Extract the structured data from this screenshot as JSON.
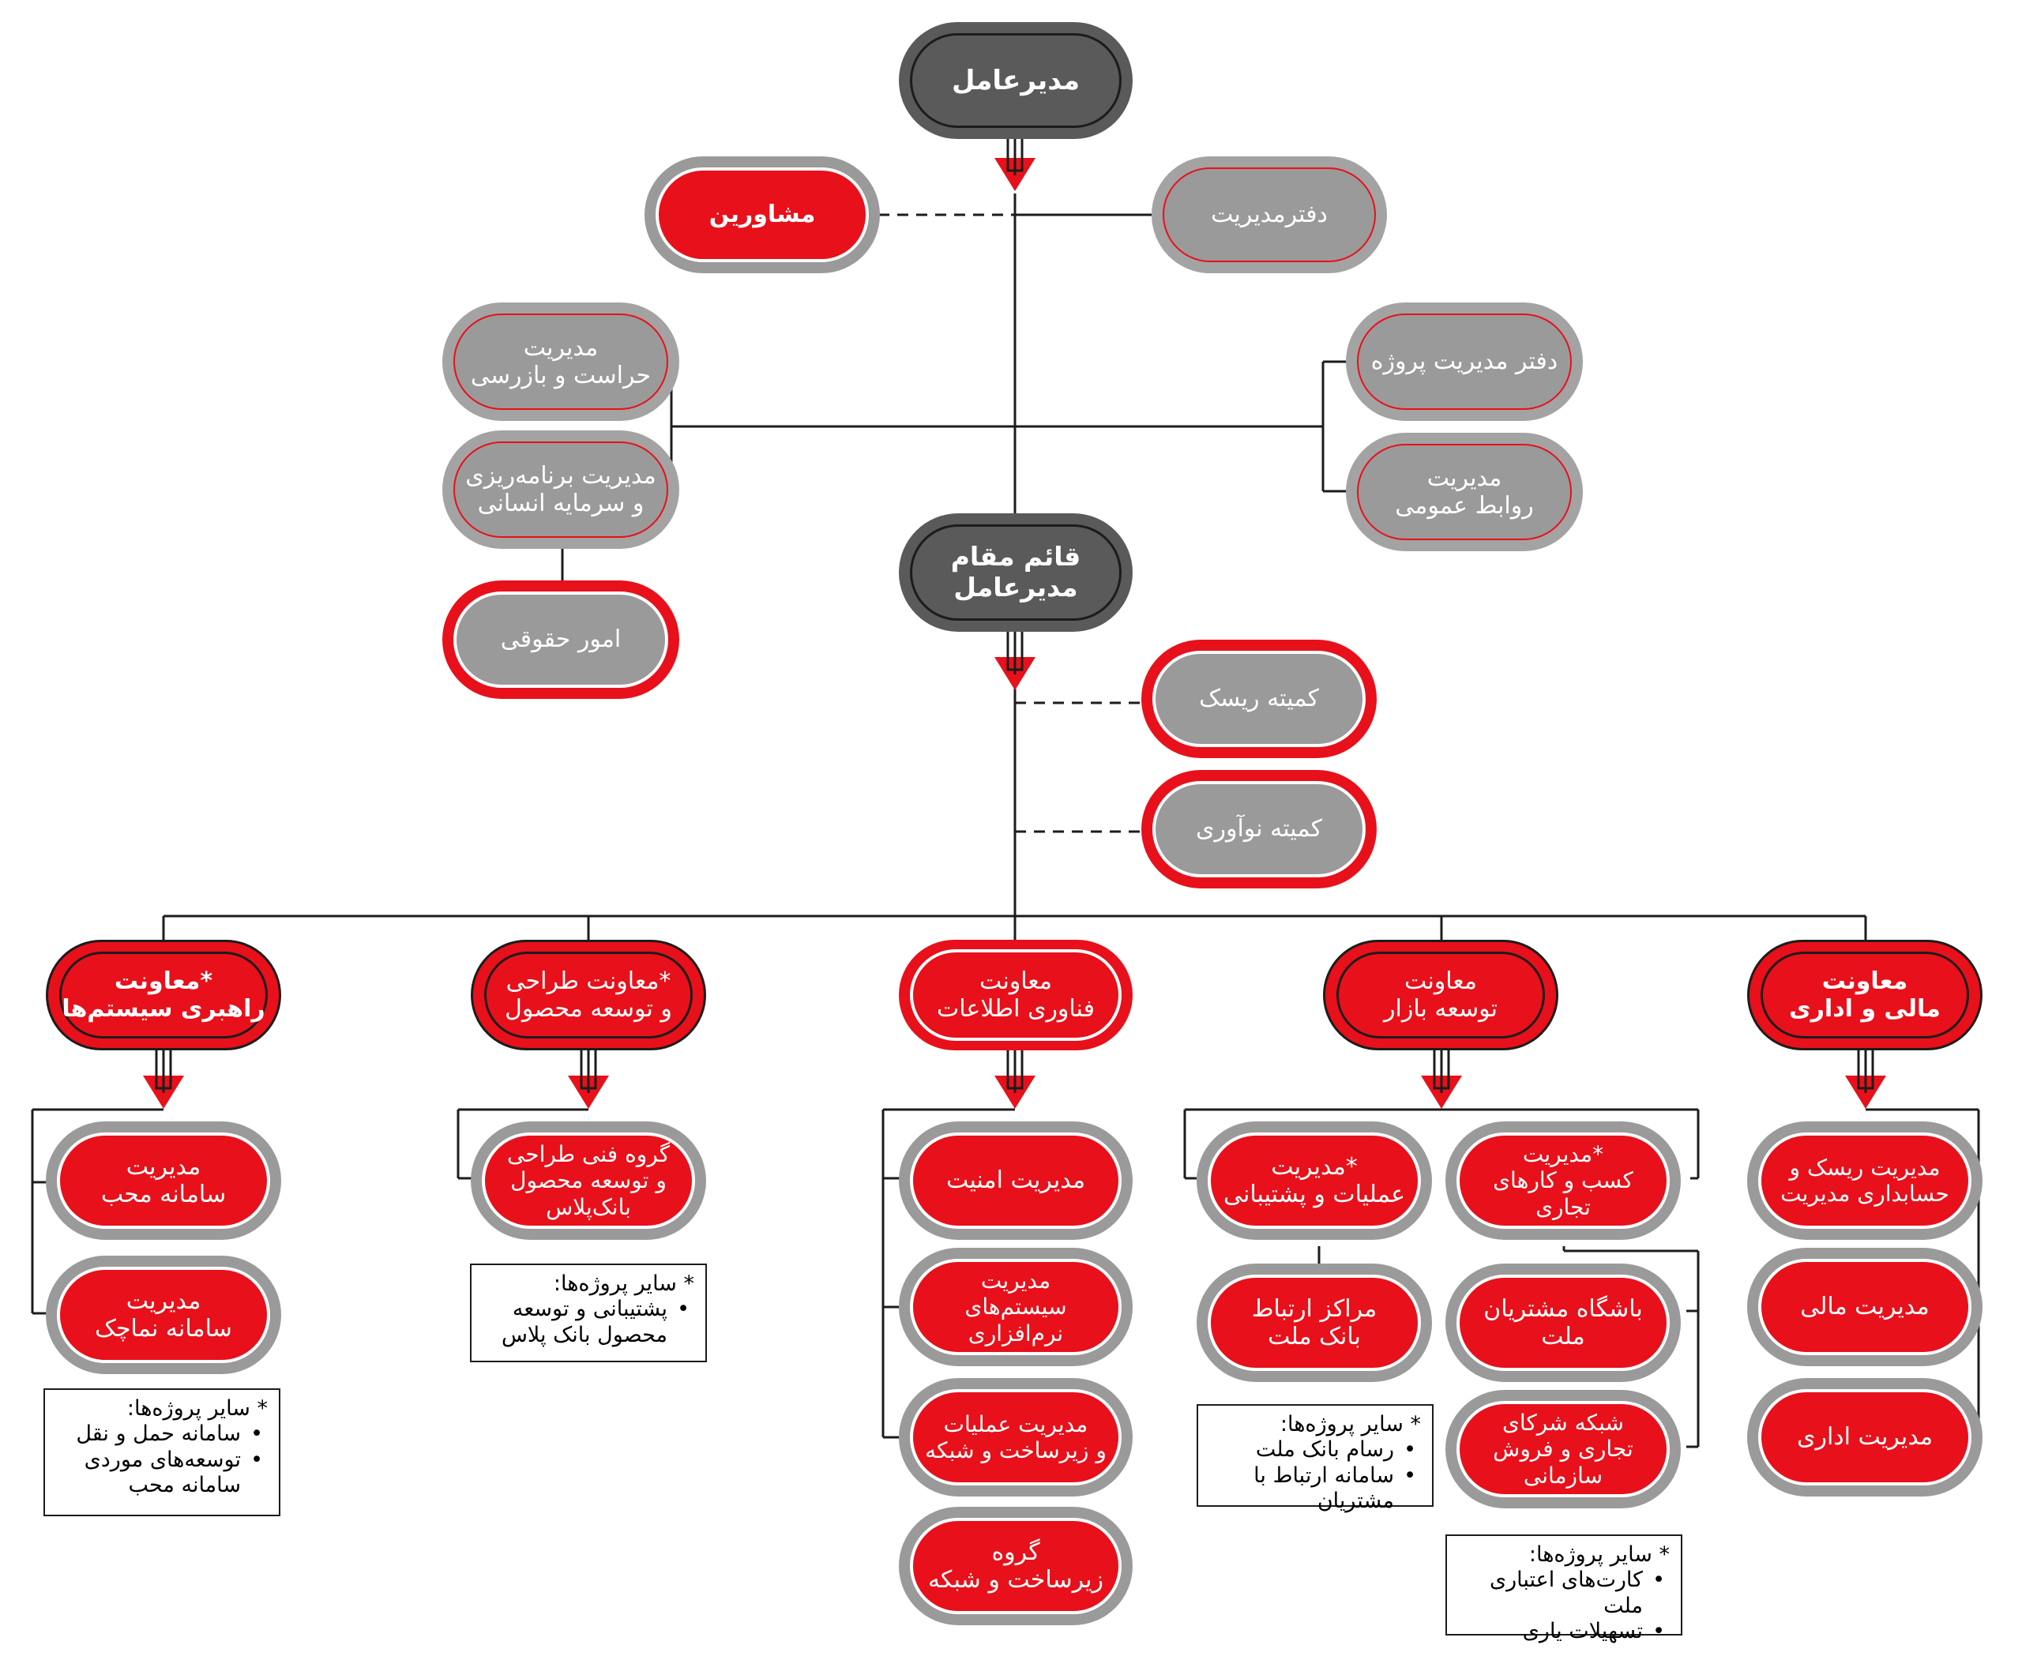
{
  "colors": {
    "red": "#e8101a",
    "dark_grey": "#5a5a5a",
    "grey": "#9a9a9a",
    "line": "#1c1c1c"
  },
  "nodes": {
    "ceo": "مدیرعامل",
    "management_office": "دفترمدیریت",
    "advisors": "مشاورین",
    "security_inspection": "مدیریت\nحراست و بازرسی",
    "planning_human_capital": "مدیریت برنامه‌ریزی\nو سرمایه انسانی",
    "legal_affairs": "امور حقوقی",
    "project_management_office": "دفتر مدیریت پروژه",
    "public_relations": "مدیریت\nروابط عمومی",
    "deputy_ceo": "قائم مقام\nمدیرعامل",
    "risk_committee": "کمیته ریسک",
    "innovation_committee": "کمیته نوآوری",
    "vp_systems_leadership": "*معاونت\nراهبری سیستم‌ها",
    "vp_product_design": "*معاونت طراحی\nو توسعه محصول",
    "vp_it": "معاونت\nفناوری اطلاعات",
    "vp_market_development": "معاونت\nتوسعه بازار",
    "vp_finance_admin": "معاونت\nمالی و اداری",
    "mohebb_system": "مدیریت\nسامانه محب",
    "namachek_system": "مدیریت\nسامانه نماچک",
    "tech_group_bank_plus": "گروه فنی طراحی\nو توسعه محصول\nبانک‌پلاس",
    "security_management": "مدیریت امنیت",
    "software_systems": "مدیریت\nسیستم‌های\nنرم‌افزاری",
    "operations_infrastructure": "مدیریت عملیات\nو زیرساخت و شبکه",
    "infrastructure_network_group": "گروه\nزیرساخت و شبکه",
    "operations_support": "*مدیریت\nعملیات و پشتیبانی",
    "business": "*مدیریت\nکسب و کارهای\nتجاری",
    "mellat_contact_centers": "مراکز ارتباط\nبانک ملت",
    "mellat_customers_club": "باشگاه مشتریان\nملت",
    "trade_sales_network": "شبکه شرکای\nتجاری و فروش\nسازمانی",
    "risk_accounting": "مدیریت ریسک و\nحسابداری مدیریت",
    "financial_management": "مدیریت مالی",
    "administrative_management": "مدیریت اداری"
  },
  "notes": {
    "systems": {
      "title": "* سایر پروژه‌ها:",
      "items": [
        "سامانه حمل و نقل",
        "توسعه‌های موردی سامانه محب"
      ]
    },
    "product": {
      "title": "* سایر پروژه‌ها:",
      "items": [
        "پشتیبانی و توسعه محصول بانک پلاس"
      ]
    },
    "operations": {
      "title": "* سایر پروژه‌ها:",
      "items": [
        "رسام بانک ملت",
        "سامانه ارتباط با مشتریان"
      ]
    },
    "business": {
      "title": "* سایر پروژه‌ها:",
      "items": [
        "کارت‌های اعتباری ملت",
        "تسهیلات یاری"
      ]
    }
  }
}
